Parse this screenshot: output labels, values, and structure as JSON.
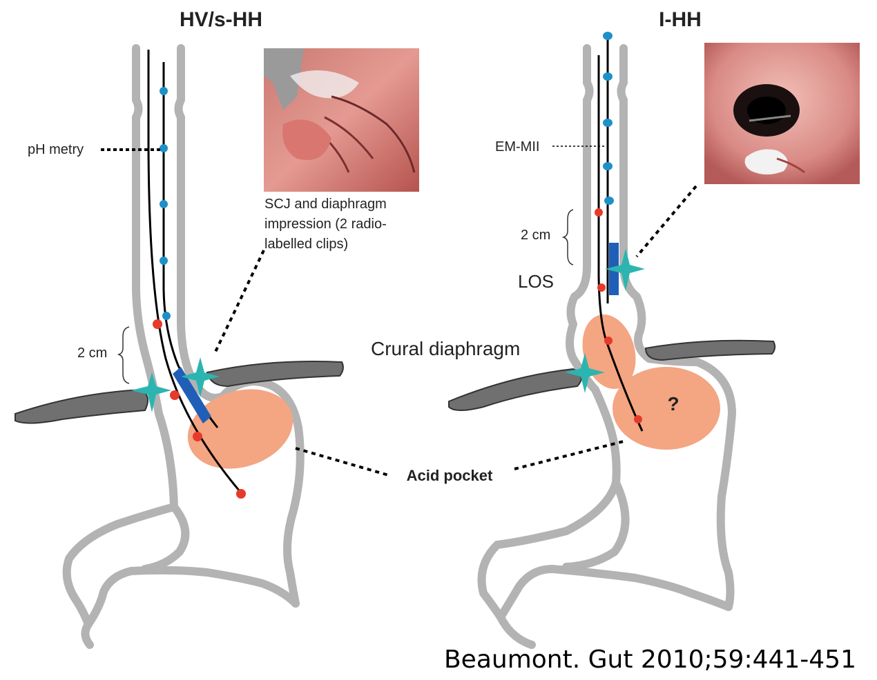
{
  "titles": {
    "left": "HV/s-HH",
    "right": "I-HH"
  },
  "labels": {
    "ph_metry": "pH metry",
    "em_mii": "EM-MII",
    "scj_line1": "SCJ and diaphragm",
    "scj_line2": "impression (2 radio-",
    "scj_line3": "labelled clips)",
    "two_cm_left": "2 cm",
    "two_cm_right": "2 cm",
    "los": "LOS",
    "crural": "Crural diaphragm",
    "acid_pocket": "Acid pocket",
    "question": "?"
  },
  "citation": "Beaumont. Gut 2010;59:441-451",
  "colors": {
    "organ_wall": "#b3b3b3",
    "diaphragm": "#707070",
    "acid_pocket": "#f4a582",
    "sensor_blue": "#1e90c8",
    "sensor_red": "#e63a2a",
    "manometry_bar": "#1f5fb8",
    "clip_star": "#2cb5b0"
  }
}
